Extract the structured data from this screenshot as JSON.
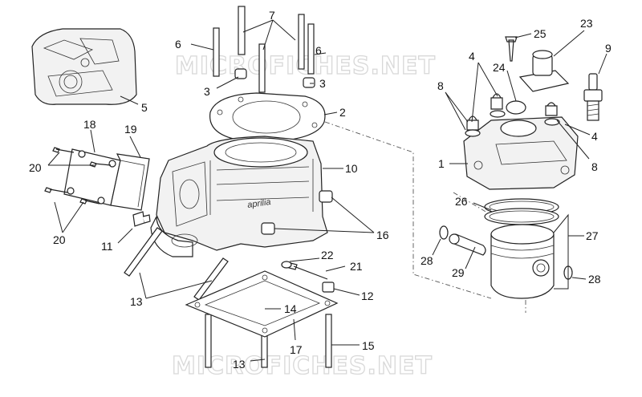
{
  "watermarks": [
    "MICROFICHES.NET",
    "MICROFICHES.NET"
  ],
  "callouts": [
    {
      "key": "c1",
      "text": "1"
    },
    {
      "key": "c2",
      "text": "2"
    },
    {
      "key": "c3a",
      "text": "3"
    },
    {
      "key": "c3b",
      "text": "3"
    },
    {
      "key": "c4a",
      "text": "4"
    },
    {
      "key": "c4b",
      "text": "4"
    },
    {
      "key": "c5",
      "text": "5"
    },
    {
      "key": "c6a",
      "text": "6"
    },
    {
      "key": "c6b",
      "text": "6"
    },
    {
      "key": "c7",
      "text": "7"
    },
    {
      "key": "c8a",
      "text": "8"
    },
    {
      "key": "c8b",
      "text": "8"
    },
    {
      "key": "c9",
      "text": "9"
    },
    {
      "key": "c10",
      "text": "10"
    },
    {
      "key": "c11",
      "text": "11"
    },
    {
      "key": "c12",
      "text": "12"
    },
    {
      "key": "c13a",
      "text": "13"
    },
    {
      "key": "c13b",
      "text": "13"
    },
    {
      "key": "c14",
      "text": "14"
    },
    {
      "key": "c15",
      "text": "15"
    },
    {
      "key": "c16",
      "text": "16"
    },
    {
      "key": "c17",
      "text": "17"
    },
    {
      "key": "c18",
      "text": "18"
    },
    {
      "key": "c19",
      "text": "19"
    },
    {
      "key": "c20a",
      "text": "20"
    },
    {
      "key": "c20b",
      "text": "20"
    },
    {
      "key": "c21",
      "text": "21"
    },
    {
      "key": "c22",
      "text": "22"
    },
    {
      "key": "c23",
      "text": "23"
    },
    {
      "key": "c24",
      "text": "24"
    },
    {
      "key": "c25",
      "text": "25"
    },
    {
      "key": "c26",
      "text": "26"
    },
    {
      "key": "c27",
      "text": "27"
    },
    {
      "key": "c28a",
      "text": "28"
    },
    {
      "key": "c28b",
      "text": "28"
    },
    {
      "key": "c29",
      "text": "29"
    }
  ],
  "brand_mark": "aprilia"
}
